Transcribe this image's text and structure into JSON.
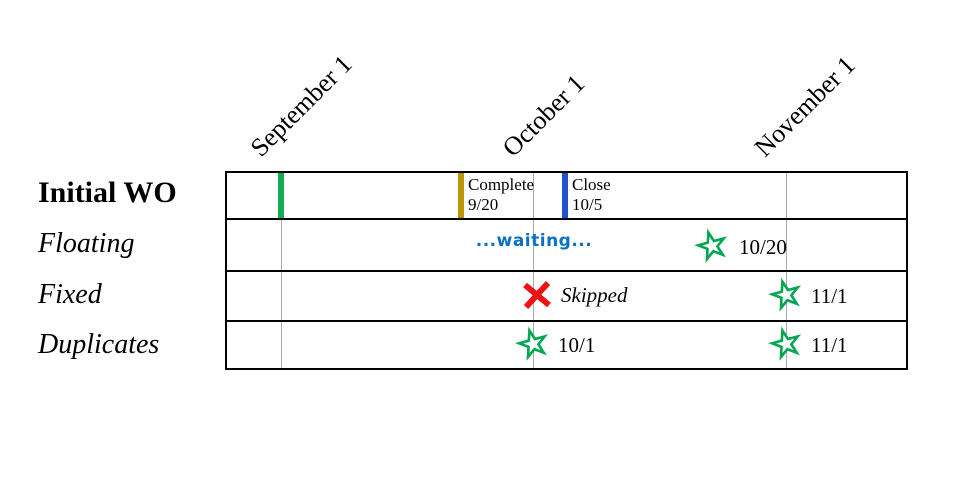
{
  "figure": {
    "months": [
      {
        "label": "September 1"
      },
      {
        "label": "October 1"
      },
      {
        "label": "November 1"
      }
    ],
    "rows": [
      {
        "label": "Initial WO"
      },
      {
        "label": "Floating"
      },
      {
        "label": "Fixed"
      },
      {
        "label": "Duplicates"
      }
    ],
    "initial_wo": {
      "complete_label": "Complete",
      "complete_date": "9/20",
      "close_label": "Close",
      "close_date": "10/5"
    },
    "floating": {
      "waiting_text": "...waiting...",
      "star_date": "10/20"
    },
    "fixed": {
      "skipped_text": "Skipped",
      "star_date": "11/1"
    },
    "duplicates": {
      "star1_date": "10/1",
      "star2_date": "11/1"
    }
  },
  "colors": {
    "start_tick_green": "#12AC52",
    "complete_tick_gold": "#BD9500",
    "close_tick_blue": "#2053CC",
    "waiting_text_blue": "#0A70C0",
    "skipped_x_red": "#EE1111",
    "star_green": "#00A651",
    "gridline_gray": "#AAAAAA"
  }
}
